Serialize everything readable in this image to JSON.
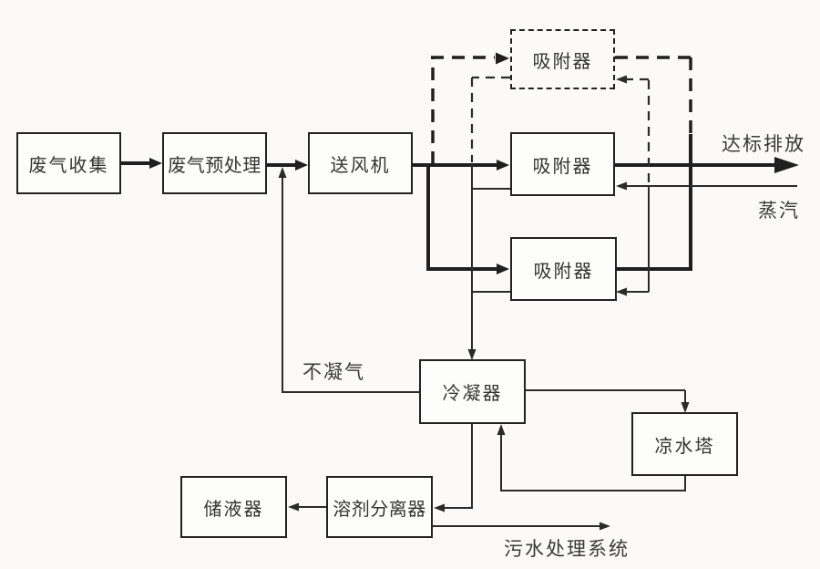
{
  "diagram": {
    "title_implicit": "废气吸附回收处理工艺流程图",
    "colors": {
      "background": "#fbfaf8",
      "line": "#1f1f1f",
      "box_border": "#222222",
      "text": "#3a3a3a"
    },
    "nodes": [
      {
        "id": "waste-gas-collection",
        "label": "废气收集",
        "style": "solid"
      },
      {
        "id": "pretreatment",
        "label": "废气预处理",
        "style": "solid"
      },
      {
        "id": "blower",
        "label": "送风机",
        "style": "solid"
      },
      {
        "id": "adsorber-standby",
        "label": "吸附器",
        "style": "dashed"
      },
      {
        "id": "adsorber-1",
        "label": "吸附器",
        "style": "solid"
      },
      {
        "id": "adsorber-2",
        "label": "吸附器",
        "style": "solid"
      },
      {
        "id": "condenser",
        "label": "冷凝器",
        "style": "solid"
      },
      {
        "id": "cooling-tower",
        "label": "凉水塔",
        "style": "solid"
      },
      {
        "id": "liquid-storage",
        "label": "储液器",
        "style": "solid"
      },
      {
        "id": "solvent-separator",
        "label": "溶剂分离器",
        "style": "solid"
      }
    ],
    "annotations": [
      {
        "id": "discharge-label",
        "text": "达标排放"
      },
      {
        "id": "steam-label",
        "text": "蒸汽"
      },
      {
        "id": "non-condensable-label",
        "text": "不凝气"
      },
      {
        "id": "sewage-system-label",
        "text": "污水处理系统"
      }
    ],
    "edges_semantic": [
      "废气收集 → 废气预处理",
      "废气预处理 → 送风机",
      "送风机 → 吸附器(上运行) / 吸附器(下运行)",
      "吸附器 → 达标排放",
      "蒸汽 → 各吸附器(脱附)",
      "吸附器脱附气 → 冷凝器",
      "冷凝器 不凝气 → 送风机入口回流",
      "冷凝器 ⇄ 凉水塔(冷却水循环)",
      "冷凝器 → 溶剂分离器 → 储液器",
      "溶剂分离器 → 污水处理系统",
      "备用吸附器回路为虚线"
    ]
  }
}
